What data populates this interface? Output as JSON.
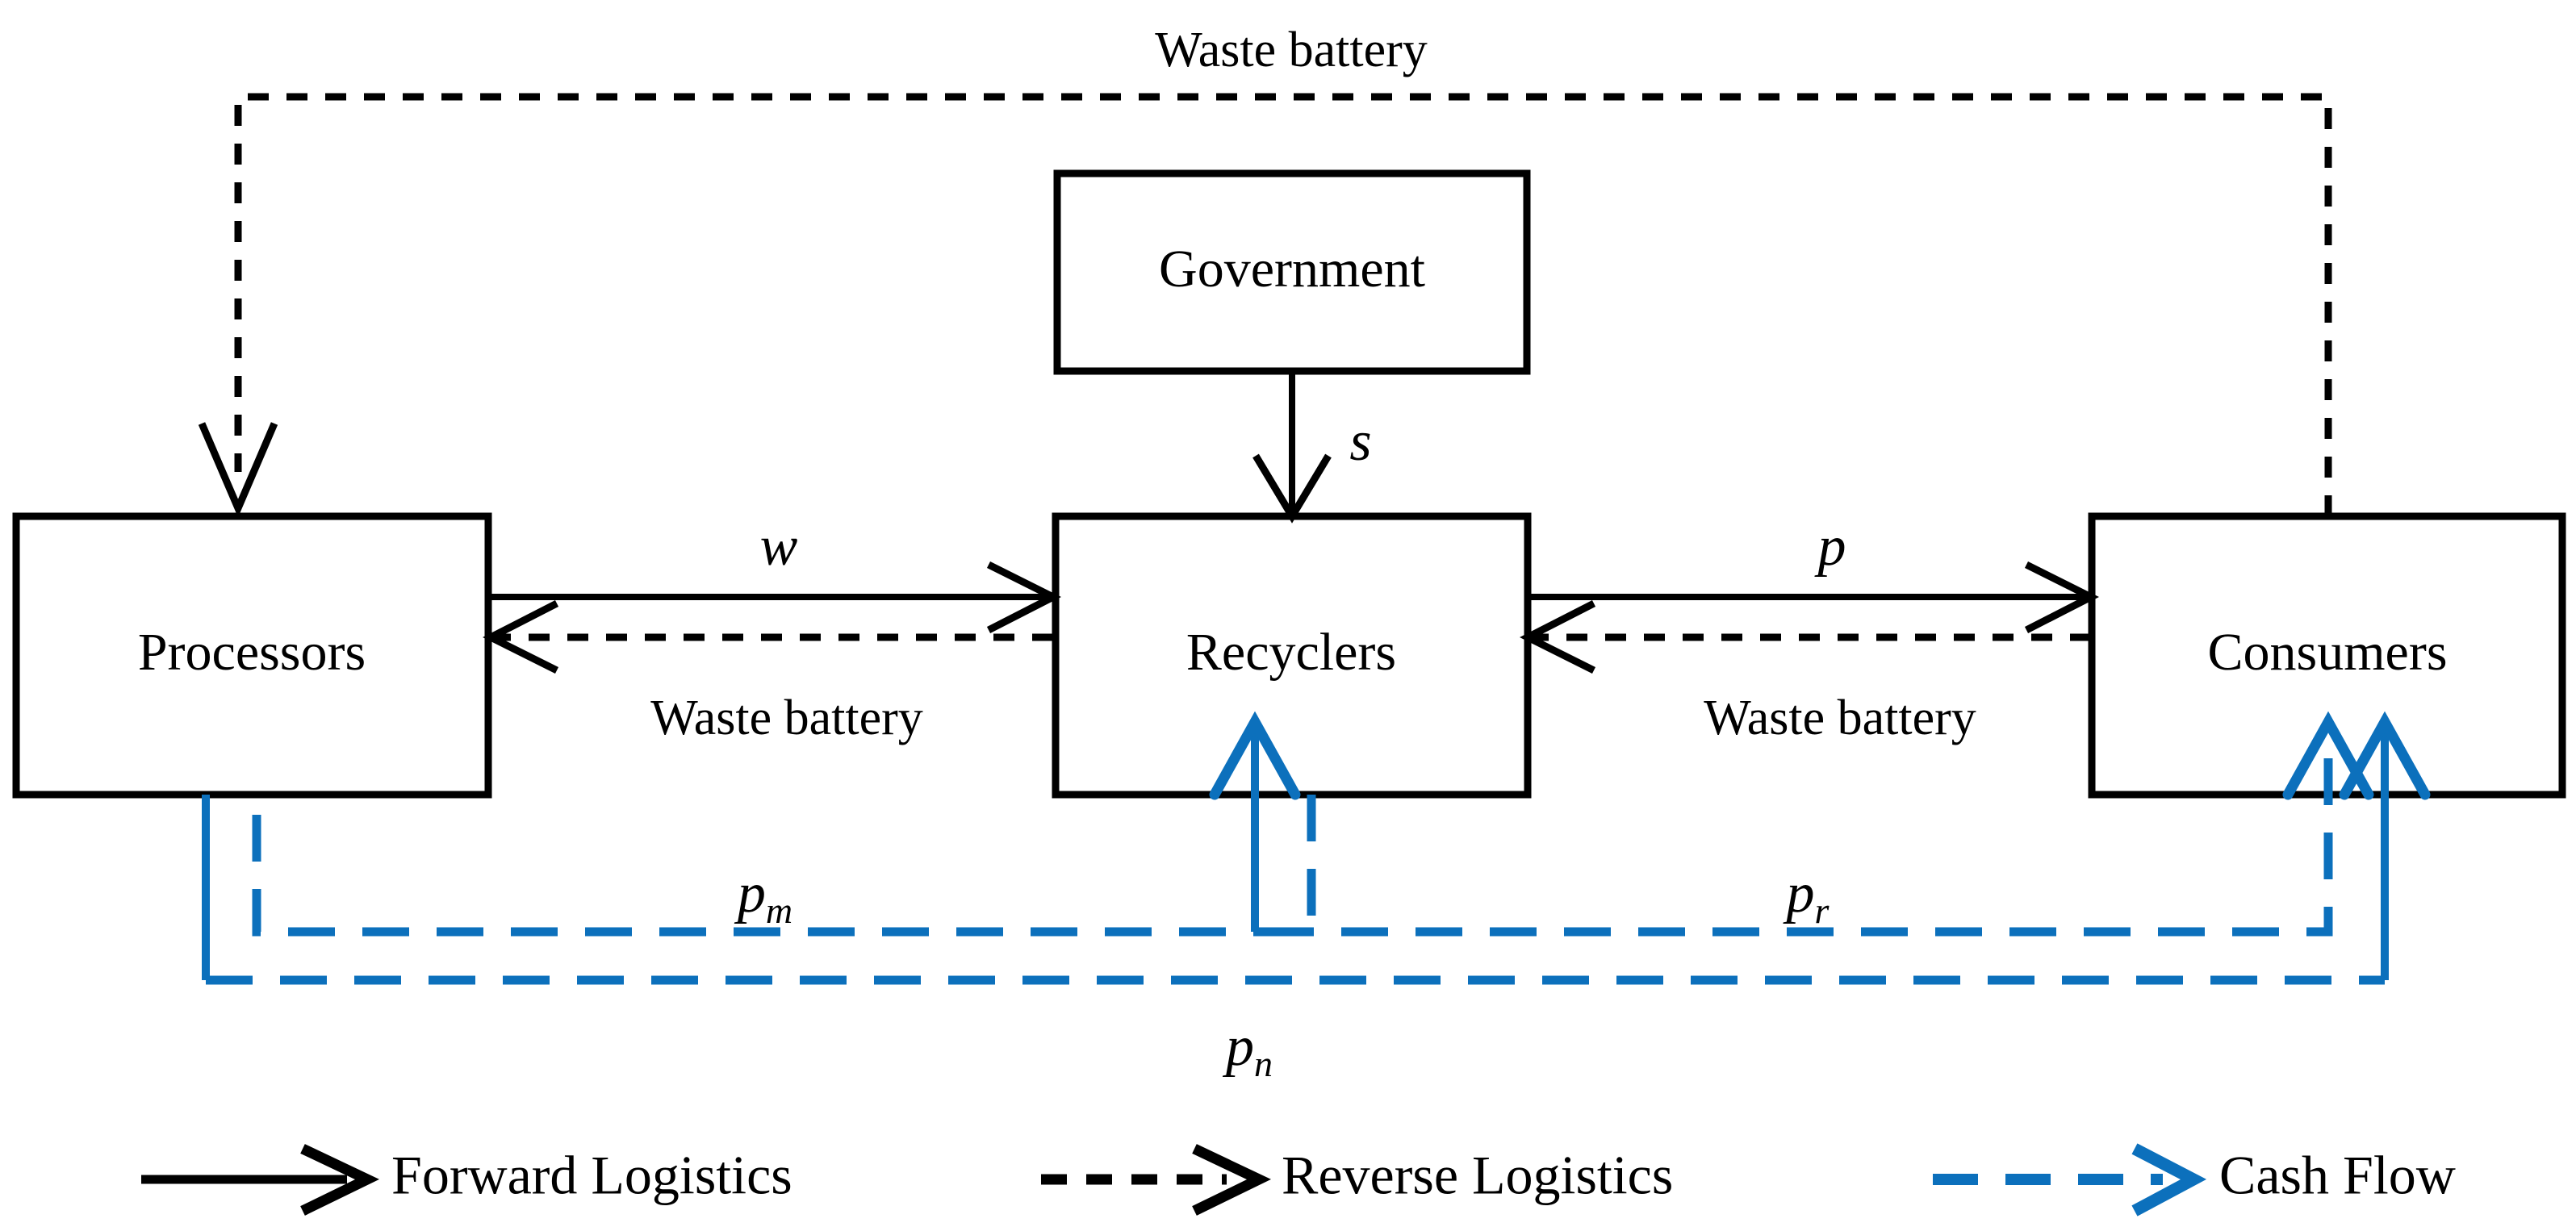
{
  "diagram": {
    "title_hidden": "",
    "accent_color": "#0C70BC",
    "line_color": "#000000",
    "background": "#ffffff"
  },
  "nodes": {
    "processors": "Processors",
    "recyclers": "Recyclers",
    "consumers": "Consumers",
    "government": "Government"
  },
  "edge_labels": {
    "top_waste_battery": "Waste battery",
    "left_waste_battery": "Waste battery",
    "right_waste_battery": "Waste battery",
    "wholesale_price": "w",
    "retail_price": "p",
    "subsidy": "s"
  },
  "cash_labels": {
    "p_m_base": "p",
    "p_m_sub": "m",
    "p_r_base": "p",
    "p_r_sub": "r",
    "p_n_base": "p",
    "p_n_sub": "n"
  },
  "legend": {
    "items": [
      {
        "label": "Forward Logistics",
        "style": "solid",
        "color": "#000000"
      },
      {
        "label": "Reverse Logistics",
        "style": "dashed",
        "color": "#000000"
      },
      {
        "label": "Cash Flow",
        "style": "dashed",
        "color": "#0C70BC"
      }
    ]
  }
}
